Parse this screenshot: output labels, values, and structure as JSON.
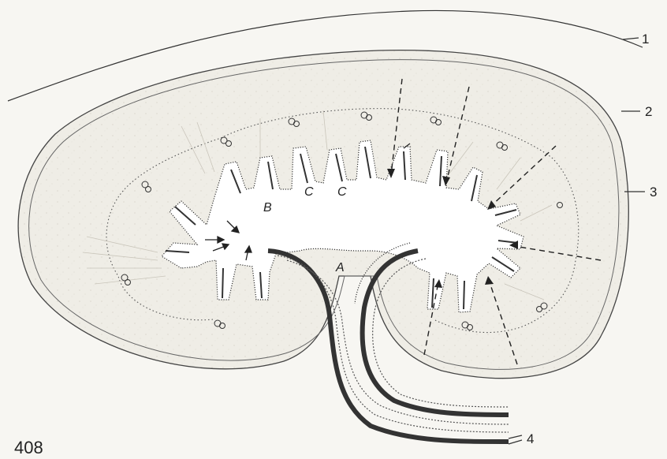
{
  "figure": {
    "page_number": "408",
    "callouts": {
      "c1": "1",
      "c2": "2",
      "c3": "3",
      "c4": "4"
    },
    "letters": {
      "a": "A",
      "b": "B",
      "c1": "C",
      "c2": "C"
    }
  }
}
